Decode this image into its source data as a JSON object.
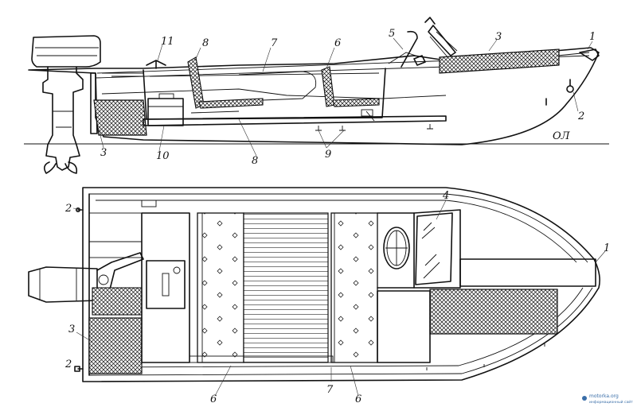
{
  "labels": {
    "side_11": "11",
    "side_8a": "8",
    "side_7": "7",
    "side_6": "6",
    "side_5": "5",
    "side_3a": "3",
    "side_1": "1",
    "side_2": "2",
    "side_3b": "3",
    "side_10": "10",
    "side_8b": "8",
    "side_9": "9",
    "side_waterline": "ОЛ",
    "plan_2a": "2",
    "plan_4": "4",
    "plan_1": "1",
    "plan_3": "3",
    "plan_2b": "2",
    "plan_6a": "6",
    "plan_7": "7",
    "plan_6b": "6"
  },
  "watermark": {
    "site": "motorka.org",
    "tagline": "информационный сайт"
  }
}
